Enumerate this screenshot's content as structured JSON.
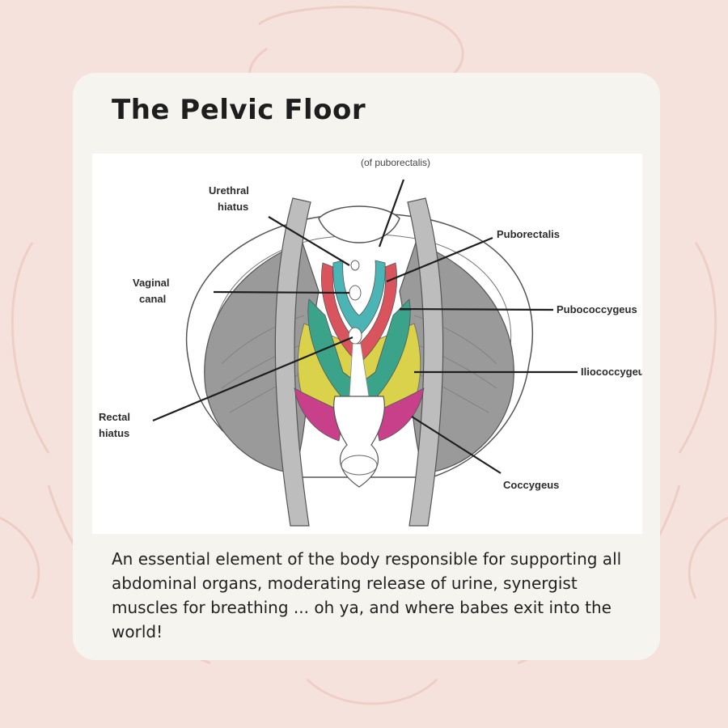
{
  "title": "The Pelvic Floor",
  "diagram": {
    "labels": {
      "puborectalis_note": "(of puborectalis)",
      "urethral_hiatus_1": "Urethral",
      "urethral_hiatus_2": "hiatus",
      "vaginal_canal_1": "Vaginal",
      "vaginal_canal_2": "canal",
      "rectal_hiatus_1": "Rectal",
      "rectal_hiatus_2": "hiatus",
      "puborectalis": "Puborectalis",
      "pubococcygeus": "Pubococcygeus",
      "iliococcygeus": "Iliococcygeus",
      "coccygeus": "Coccygeus"
    },
    "colors": {
      "puborectalis": "#d9545c",
      "pubococcygeus": "#3aa38a",
      "iliococcygeus": "#d9d24a",
      "coccygeus": "#c9408a",
      "inner_ring": "#4bb5b5",
      "muscle_gray": "#9a9a9a"
    }
  },
  "description": "An essential element of the body responsible for supporting all abdominal organs, moderating release of urine, synergist muscles for breathing ... oh ya, and where babes exit into the world!"
}
